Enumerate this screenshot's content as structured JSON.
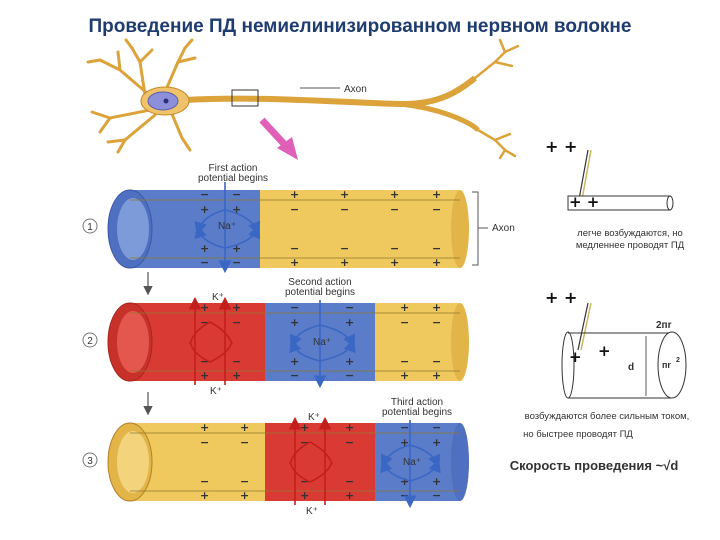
{
  "title": "Проведение ПД немиелинизированном нервном волокне",
  "neuron": {
    "axon_label": "Axon"
  },
  "stages": [
    {
      "number": "1",
      "caption_line1": "First action",
      "caption_line2": "potential begins",
      "ion": "Na⁺",
      "side_label": "Axon"
    },
    {
      "number": "2",
      "caption_line1": "Second action",
      "caption_line2": "potential begins",
      "ion_k": "K⁺",
      "ion_na": "Na⁺"
    },
    {
      "number": "3",
      "caption_line1": "Third action",
      "caption_line2": "potential begins",
      "ion_k": "K⁺",
      "ion_na": "Na⁺"
    }
  ],
  "colors": {
    "depolarized": "#d93a34",
    "active": "#5a7cc9",
    "resting": "#efc85e",
    "title": "#1f3c6e",
    "arrow": "#e060b8"
  },
  "thin_fiber": {
    "charges_top": "+ +",
    "charges_inside": "+ +",
    "note_line1": "легче возбуждаются, но",
    "note_line2": "медленнее проводят ПД"
  },
  "thick_fiber": {
    "charges_top": "+ +",
    "charge_1": "+",
    "charge_2": "+",
    "diameter_label": "d",
    "circumference_label": "2пr",
    "area_label": "пr",
    "note_line1": "возбуждаются более сильным током,",
    "note_line2": "но быстрее проводят ПД"
  },
  "conclusion": "Скорость проведения ~√d"
}
